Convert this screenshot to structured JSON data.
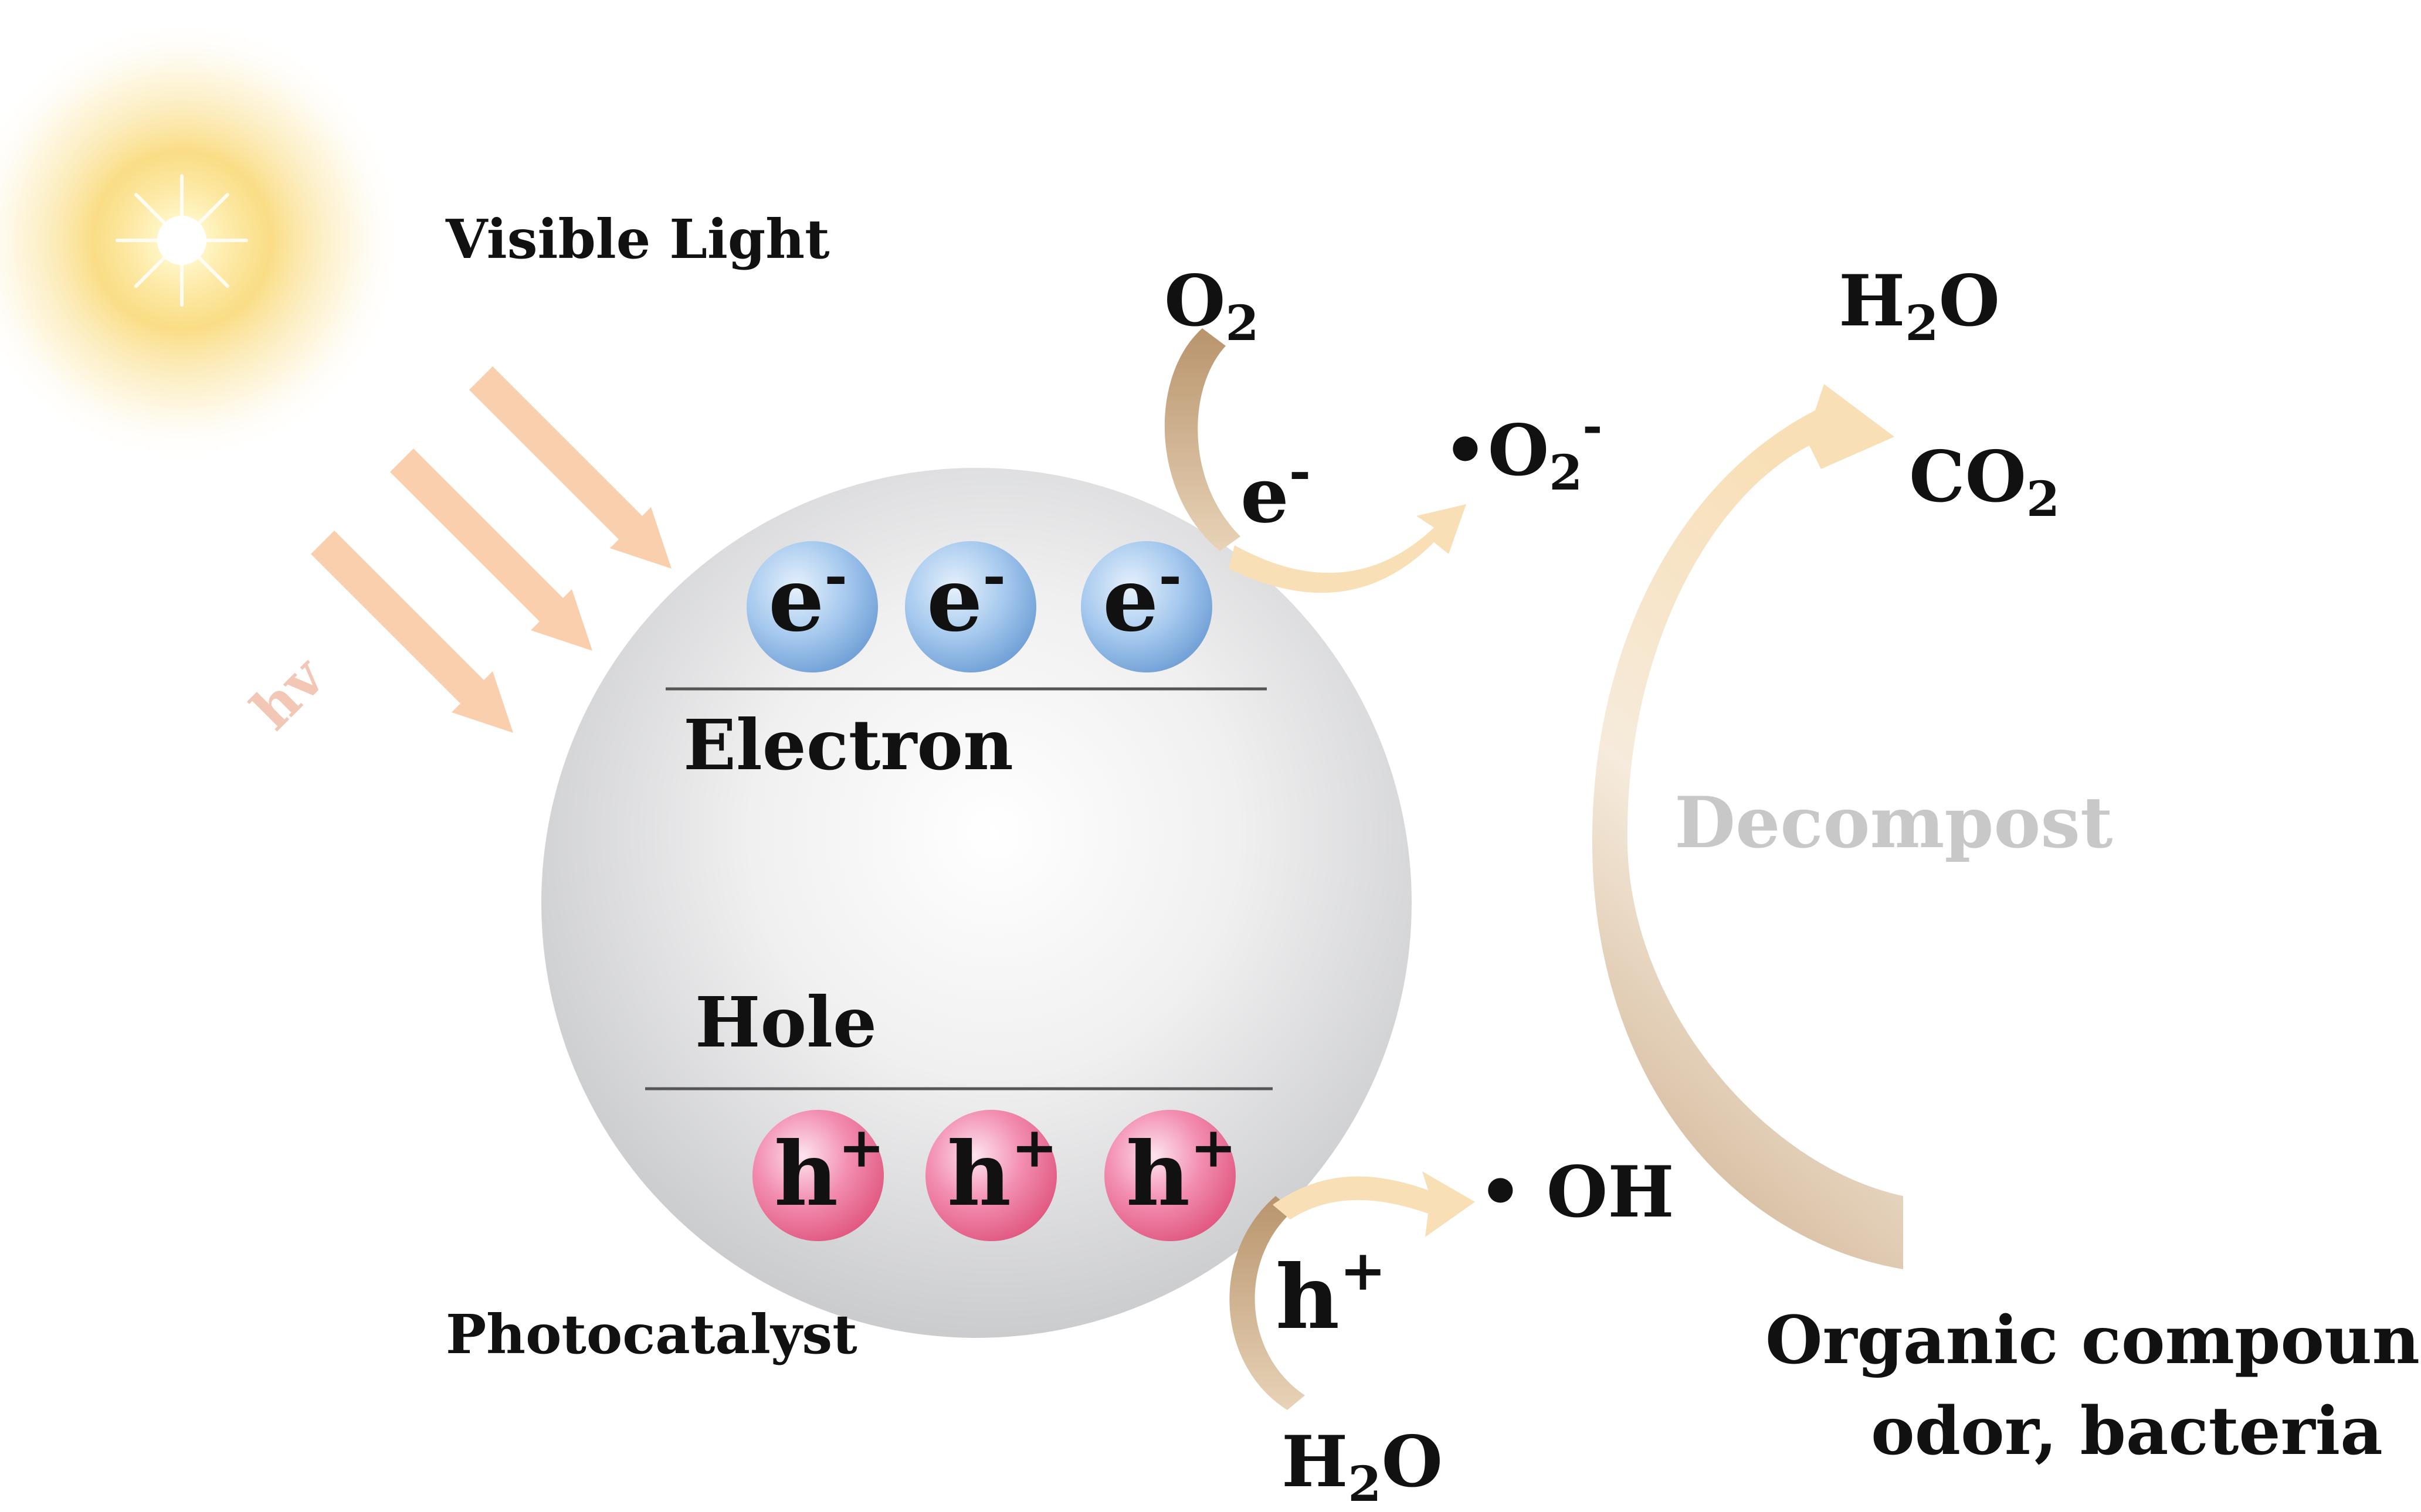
{
  "labels": {
    "visible_light": "Visible Light",
    "hv": "hv",
    "electron": "Electron",
    "hole": "Hole",
    "photocatalyst": "Photocatalyst",
    "decompost": "Decompost",
    "organic_line1": "Organic compound,",
    "organic_line2": "odor, bacteria"
  },
  "particles": {
    "electron_base": "e",
    "electron_charge": "-",
    "hole_base": "h",
    "hole_charge": "+"
  },
  "species": {
    "o2_base": "O",
    "o2_sub": "2",
    "superoxide_dot": "•",
    "superoxide_base": "O",
    "superoxide_sub": "2",
    "superoxide_sup": "-",
    "e_reaction_base": "e",
    "e_reaction_sup": "-",
    "h2o_top_h": "H",
    "h2o_top_sub": "2",
    "h2o_top_o": "O",
    "co2_base": "CO",
    "co2_sub": "2",
    "oh_dot": "•",
    "oh_text": "OH",
    "h_reaction_base": "h",
    "h_reaction_sup": "+",
    "h2o_bottom_h": "H",
    "h2o_bottom_sub": "2",
    "h2o_bottom_o": "O"
  },
  "colors": {
    "sun_glow": "#f7d35a",
    "light_rays": "#f9c9a8",
    "electron_fill": "#8fb9e6",
    "hole_fill": "#ef7aa0",
    "sphere_fill": "#d9dadc",
    "brown_arrow": "#c9a987",
    "cream_arrow": "#f8dfb6",
    "decompost_text": "#c8c8c8",
    "hv_text": "#f3c7b5"
  }
}
